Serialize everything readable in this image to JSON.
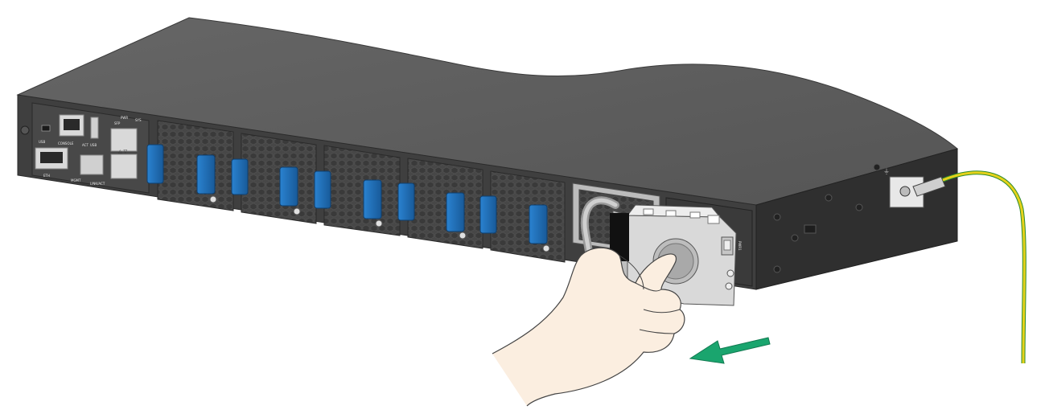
{
  "labels": {
    "usb": "USB",
    "console": "CONSOLE",
    "act": "ACT",
    "eth": "ETH",
    "mgmt": "MGMT",
    "link_act": "LINK/ACT",
    "usb_port": "USB",
    "sfp": "SFP",
    "pwr": "PWR",
    "sys": "SYS",
    "fan": "FAN",
    "psu_slot": "PWR1"
  },
  "colors": {
    "chassis_top": "#5a5a5a",
    "chassis_front": "#3c3c3c",
    "chassis_side": "#2e2e2e",
    "fan_handle": "#1f6fb8",
    "psu_body": "#d9d9d9",
    "arrow": "#1aa56e",
    "ground_wire_green": "#2e8b2e",
    "ground_wire_yellow": "#e6d21a",
    "hand": "#fbeee0"
  },
  "icons": {
    "direction_arrow": "arrow-pull-out-icon",
    "ground": "ground-symbol-icon"
  }
}
